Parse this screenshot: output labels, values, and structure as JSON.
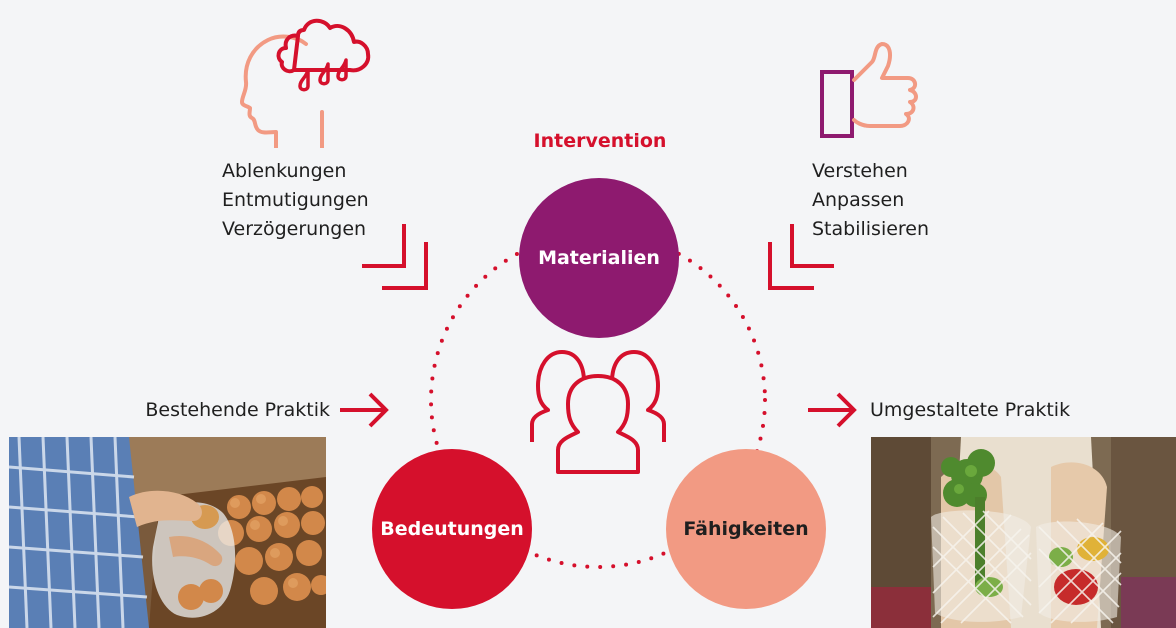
{
  "intervention": {
    "title": "Intervention"
  },
  "barriers": {
    "lines": [
      "Ablenkungen",
      "Entmutigungen",
      "Verzögerungen"
    ],
    "icon": "head-rain-cloud-icon"
  },
  "enablers": {
    "lines": [
      "Verstehen",
      "Anpassen",
      "Stabilisieren"
    ],
    "icon": "thumbs-up-icon"
  },
  "elements": {
    "materials": "Materialien",
    "meanings": "Bedeutungen",
    "competences": "Fähigkeiten"
  },
  "practices": {
    "existing": "Bestehende Praktik",
    "transformed": "Umgestaltete Praktik"
  },
  "colors": {
    "materials": "#8e1a6f",
    "meanings": "#d5102c",
    "competences": "#f29a83",
    "accent_red": "#d5102c",
    "background": "#f4f5f7"
  }
}
